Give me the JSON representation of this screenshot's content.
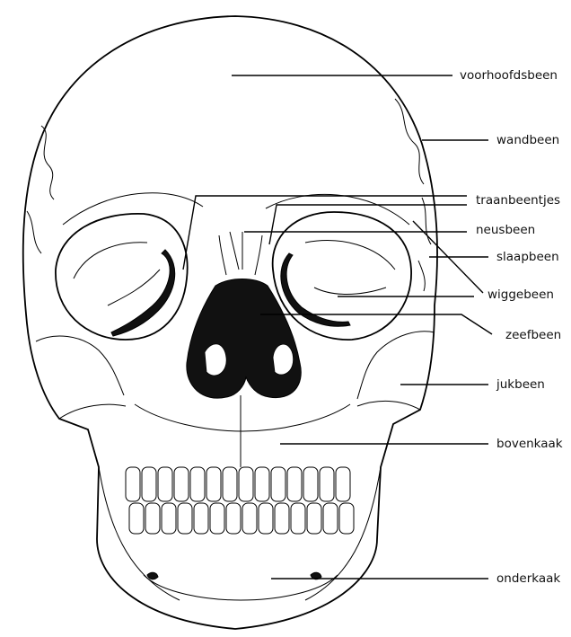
{
  "figure": {
    "labels": [
      {
        "id": "voorhoofdsbeen",
        "text": "voorhoofdsbeen"
      },
      {
        "id": "wandbeen",
        "text": "wandbeen"
      },
      {
        "id": "traanbeentjes",
        "text": "traanbeentjes"
      },
      {
        "id": "neusbeen",
        "text": "neusbeen"
      },
      {
        "id": "slaapbeen",
        "text": "slaapbeen"
      },
      {
        "id": "wiggebeen",
        "text": "wiggebeen"
      },
      {
        "id": "zeefbeen",
        "text": "zeefbeen"
      },
      {
        "id": "jukbeen",
        "text": "jukbeen"
      },
      {
        "id": "bovenkaak",
        "text": "bovenkaak"
      },
      {
        "id": "onderkaak",
        "text": "onderkaak"
      }
    ]
  }
}
